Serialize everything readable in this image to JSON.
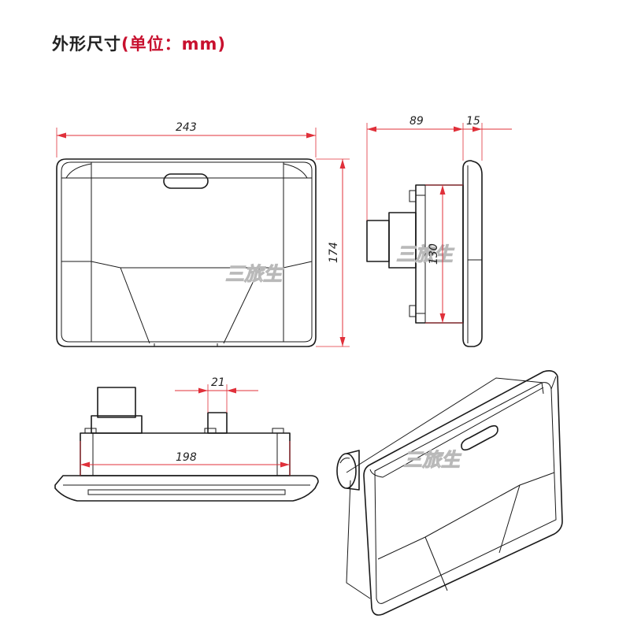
{
  "title": {
    "main": "外形尺寸",
    "unit": "(单位：mm)"
  },
  "dimensions": {
    "front_width": "243",
    "front_height": "174",
    "side_depth": "89",
    "side_flange": "15",
    "side_inner_height": "130",
    "top_inner_width": "198",
    "top_connector_width": "21"
  },
  "watermark": "三旅生",
  "colors": {
    "title": "#222222",
    "unit": "#c8102e",
    "dimension": "#e0303a",
    "outline": "#1a1a1a"
  }
}
